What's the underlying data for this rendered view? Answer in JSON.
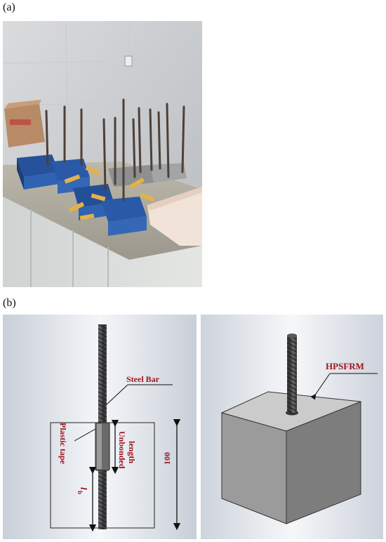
{
  "panels": {
    "a": {
      "label": "(a)"
    },
    "b": {
      "label": "(b)"
    }
  },
  "photo": {
    "box": {
      "label": ""
    }
  },
  "diagram_left": {
    "steel_bar_label": "Steel Bar",
    "plastic_tape_label": "Plastic tape",
    "unbonded_label_line1": "Unbonded",
    "unbonded_label_line2": "length",
    "lb_main": "l",
    "lb_sub": "b",
    "dimension_label": "100"
  },
  "diagram_right": {
    "material_label": "HPSFRM"
  },
  "colors": {
    "annotation_red": "#a0141c",
    "cube_top": "#c4c4c4",
    "cube_front": "#9a9a9a",
    "cube_side": "#7a7a7a",
    "bar": "#4a4a4a"
  }
}
